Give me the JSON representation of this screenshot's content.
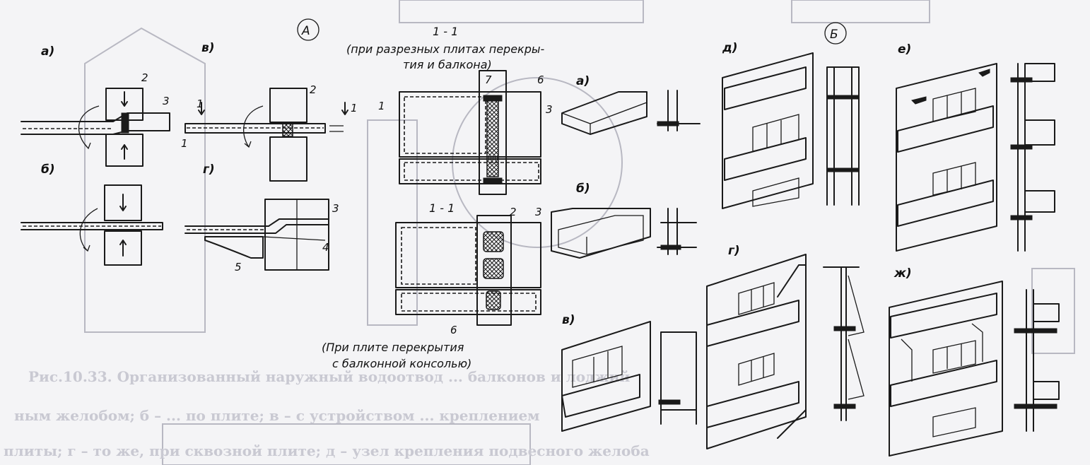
{
  "markers": {
    "group_a": "А",
    "group_b": "Б"
  },
  "section_label": "1 - 1",
  "caption_top_line1": "(при разрезных плитах перекры-",
  "caption_top_line2": "тия и балкона)",
  "caption_bottom_line1": "(При плите перекрытия",
  "caption_bottom_line2": "с балконной консолью)",
  "letters": {
    "a": "а)",
    "b": "б)",
    "v": "в)",
    "g": "г)",
    "d": "д)",
    "e": "е)",
    "zh": "ж)"
  },
  "numbers": {
    "n1": "1",
    "n2": "2",
    "n3": "3",
    "n4": "4",
    "n5": "5",
    "n6": "6",
    "n7": "7"
  },
  "colors": {
    "ink": "#1a1a1a",
    "paper": "#f4f4f6",
    "bleed": "#c9c9d2"
  }
}
